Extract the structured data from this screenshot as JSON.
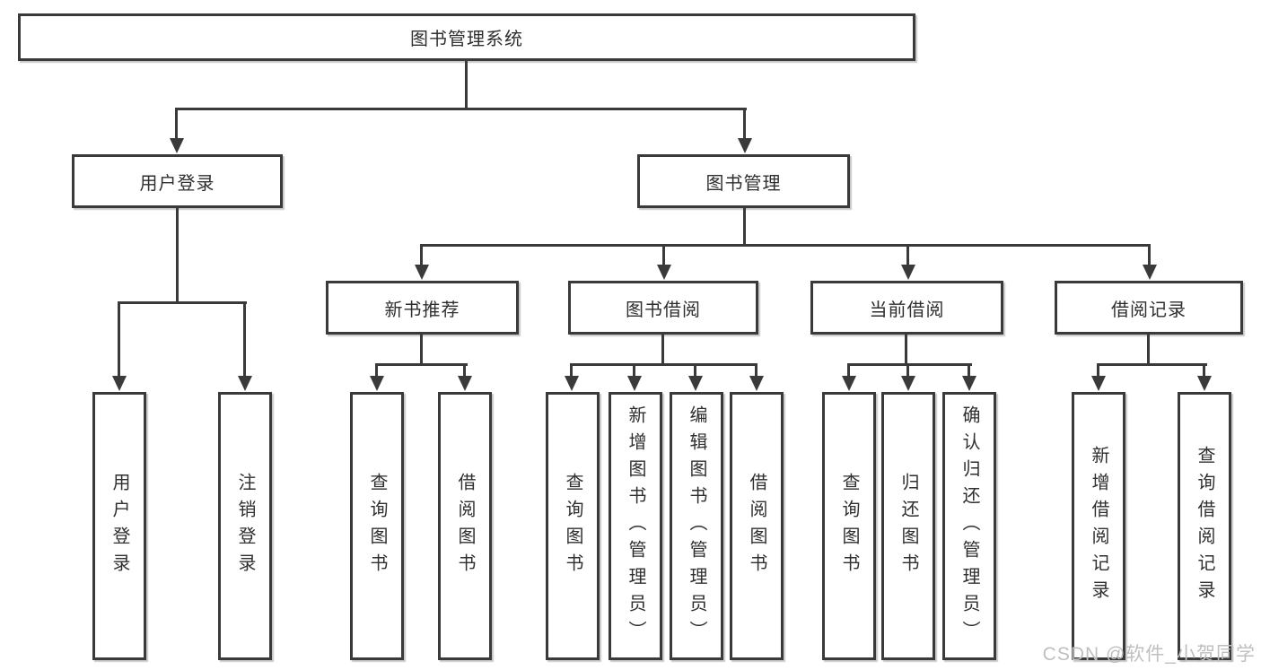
{
  "tree": {
    "root": "图书管理系统",
    "level2": [
      {
        "label": "用户登录"
      },
      {
        "label": "图书管理"
      }
    ],
    "level3": [
      {
        "label": "新书推荐"
      },
      {
        "label": "图书借阅"
      },
      {
        "label": "当前借阅"
      },
      {
        "label": "借阅记录"
      }
    ],
    "leaves": {
      "user_login": [
        "用户登录",
        "注销登录"
      ],
      "new_book_rec": [
        "查询图书",
        "借阅图书"
      ],
      "book_borrow": [
        "查询图书",
        "新增图书（管理员）",
        "编辑图书（管理员）",
        "借阅图书"
      ],
      "current_borrow": [
        "查询图书",
        "归还图书",
        "确认归还（管理员）"
      ],
      "borrow_record": [
        "新增借阅记录",
        "查询借阅记录"
      ]
    }
  },
  "watermark": {
    "text": "CSDN @软件_小贺同学"
  },
  "colors": {
    "line": "#3a3a3a",
    "box-border": "#3a3a3a",
    "box-fill": "#ffffff",
    "text": "#2f2f2f",
    "watermark": "#bfbfbf"
  }
}
